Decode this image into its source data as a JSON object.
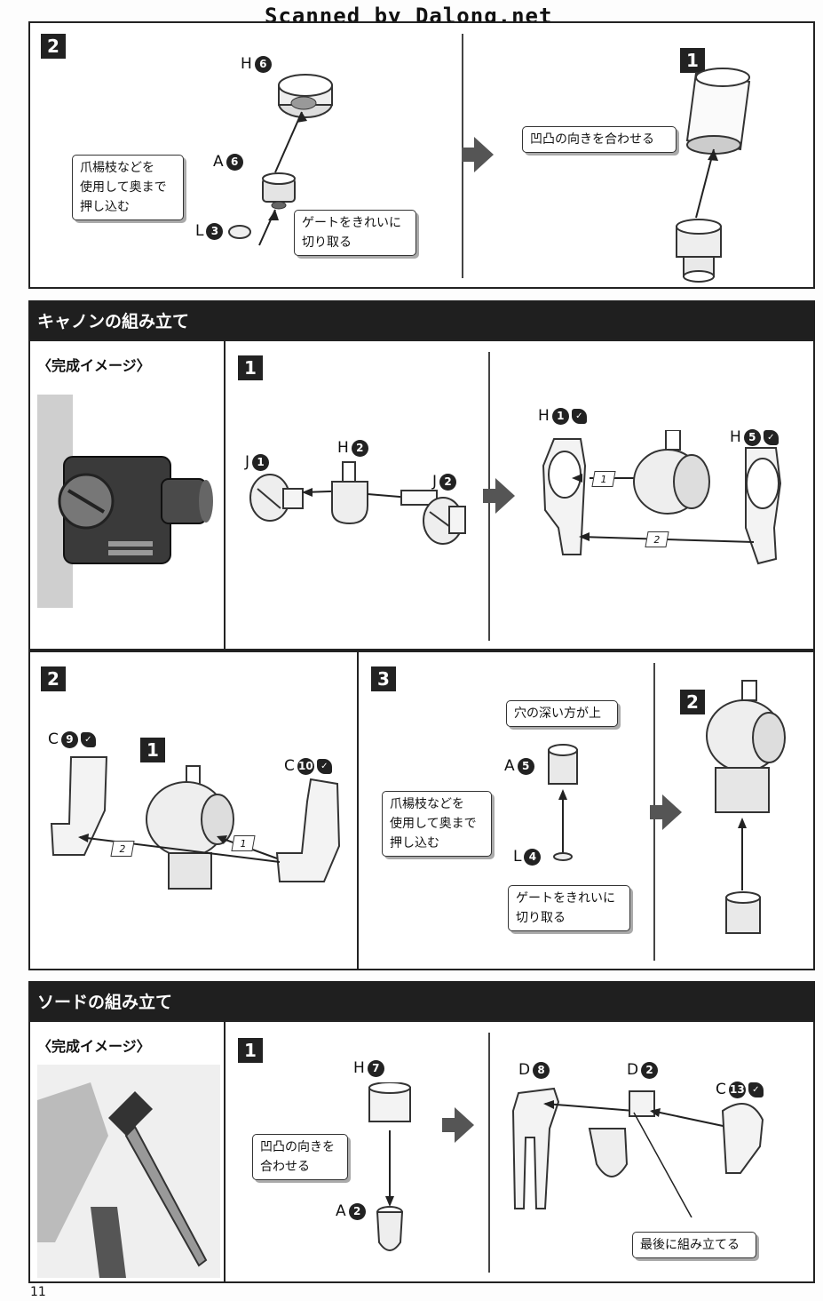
{
  "watermark": "Scanned by Dalong.net",
  "page_number": "11",
  "top_panel": {
    "step": "2",
    "right_step": "1",
    "labels": {
      "h": "H",
      "h_num": "6",
      "a": "A",
      "a_num": "6",
      "l": "L",
      "l_num": "3"
    },
    "callout_push": [
      "爪楊枝などを",
      "使用して奥まで",
      "押し込む"
    ],
    "callout_gate": [
      "ゲートをきれいに",
      "切り取る"
    ],
    "callout_align": "凹凸の向きを合わせる"
  },
  "cannon": {
    "title": "キャノンの組み立て",
    "image_label": "〈完成イメージ〉",
    "step1": {
      "step": "1",
      "labels": [
        {
          "letter": "J",
          "num": "1"
        },
        {
          "letter": "H",
          "num": "2"
        },
        {
          "letter": "J",
          "num": "2"
        },
        {
          "letter": "H",
          "num": "1"
        },
        {
          "letter": "H",
          "num": "5"
        }
      ],
      "seq1": "1",
      "seq2": "2"
    },
    "step2": {
      "step": "2",
      "sub": "1",
      "labels": [
        {
          "letter": "C",
          "num": "9"
        },
        {
          "letter": "C",
          "num": "10"
        }
      ],
      "seq1": "1",
      "seq2": "2"
    },
    "step3": {
      "step": "3",
      "sub": "2",
      "callout_deep": "穴の深い方が上",
      "labels": [
        {
          "letter": "A",
          "num": "5"
        },
        {
          "letter": "L",
          "num": "4"
        }
      ],
      "callout_push": [
        "爪楊枝などを",
        "使用して奥まで",
        "押し込む"
      ],
      "callout_gate": [
        "ゲートをきれいに",
        "切り取る"
      ]
    }
  },
  "sword": {
    "title": "ソードの組み立て",
    "image_label": "〈完成イメージ〉",
    "step1": {
      "step": "1",
      "labels": [
        {
          "letter": "H",
          "num": "7"
        },
        {
          "letter": "A",
          "num": "2"
        },
        {
          "letter": "D",
          "num": "8"
        },
        {
          "letter": "D",
          "num": "2"
        },
        {
          "letter": "C",
          "num": "13"
        }
      ],
      "callout_align": [
        "凹凸の向きを",
        "合わせる"
      ],
      "callout_final": "最後に組み立てる"
    }
  }
}
